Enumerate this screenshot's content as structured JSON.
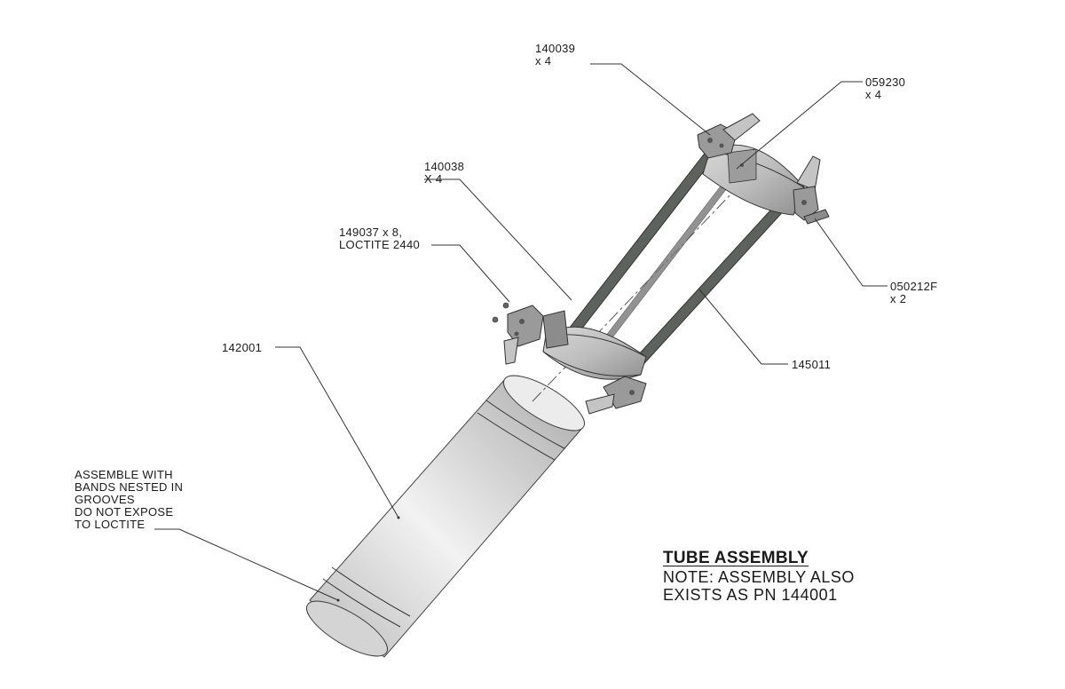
{
  "callouts": {
    "c140039": {
      "line1": "140039",
      "line2": "x 4"
    },
    "c059230": {
      "line1": "059230",
      "line2": "x 4"
    },
    "c140038": {
      "line1": "140038",
      "line2": "X 4"
    },
    "c149037": {
      "line1": "149037 x 8,",
      "line2": "LOCTITE 2440"
    },
    "c050212f": {
      "line1": "050212F",
      "line2": "x 2"
    },
    "c145011": {
      "line1": "145011"
    },
    "c142001": {
      "line1": "142001"
    },
    "assemble_note": {
      "line1": "ASSEMBLE WITH",
      "line2": "BANDS NESTED IN",
      "line3": "GROOVES",
      "line4": "DO NOT EXPOSE",
      "line5": "TO LOCTITE"
    }
  },
  "title_block": {
    "title": "TUBE ASSEMBLY",
    "note_line1": "NOTE: ASSEMBLY ALSO",
    "note_line2": "EXISTS AS PN 144001"
  },
  "colors": {
    "line": "#333333",
    "tube_light": "#eeeeee",
    "tube_mid": "#c8c8c8",
    "tube_dark": "#9a9a9a",
    "rod": "#5e625e",
    "bracket": "#8a8a8a"
  }
}
